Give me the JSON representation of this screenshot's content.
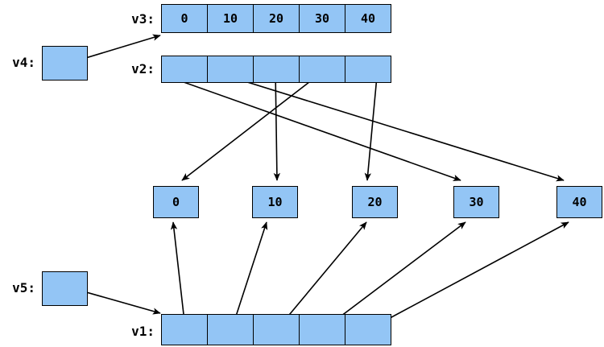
{
  "diagram": {
    "title": "pointer-array-aliasing-diagram",
    "colors": {
      "fill": "#93c5f5",
      "stroke": "#000000",
      "background": "#ffffff"
    },
    "variables": [
      {
        "id": "v3",
        "label": "v3:",
        "kind": "array",
        "cells": [
          "0",
          "10",
          "20",
          "30",
          "40"
        ]
      },
      {
        "id": "v2",
        "label": "v2:",
        "kind": "array",
        "cells": [
          "",
          "",
          "",
          "",
          ""
        ]
      },
      {
        "id": "v1",
        "label": "v1:",
        "kind": "array",
        "cells": [
          "",
          "",
          "",
          "",
          ""
        ]
      },
      {
        "id": "v4",
        "label": "v4:",
        "kind": "pointer",
        "value": ""
      },
      {
        "id": "v5",
        "label": "v5:",
        "kind": "pointer",
        "value": ""
      }
    ],
    "nodes": [
      {
        "id": "n0",
        "value": "0"
      },
      {
        "id": "n1",
        "value": "10"
      },
      {
        "id": "n2",
        "value": "20"
      },
      {
        "id": "n3",
        "value": "30"
      },
      {
        "id": "n4",
        "value": "40"
      }
    ],
    "edges": [
      {
        "from": "v4",
        "to": "v3",
        "arrow": true
      },
      {
        "from": "v5",
        "to": "v1",
        "arrow": true
      },
      {
        "from": "v2.0",
        "to": "n3",
        "arrow": true
      },
      {
        "from": "v2.1",
        "to": "n4",
        "arrow": true
      },
      {
        "from": "v2.2",
        "to": "n1",
        "arrow": true
      },
      {
        "from": "v2.3",
        "to": "n0",
        "arrow": true
      },
      {
        "from": "v2.4",
        "to": "n2",
        "arrow": true
      },
      {
        "from": "v1.0",
        "to": "n0",
        "arrow": true
      },
      {
        "from": "v1.1",
        "to": "n1",
        "arrow": true
      },
      {
        "from": "v1.2",
        "to": "n2",
        "arrow": true
      },
      {
        "from": "v1.3",
        "to": "n3",
        "arrow": true
      },
      {
        "from": "v1.4",
        "to": "n4",
        "arrow": true
      }
    ]
  }
}
